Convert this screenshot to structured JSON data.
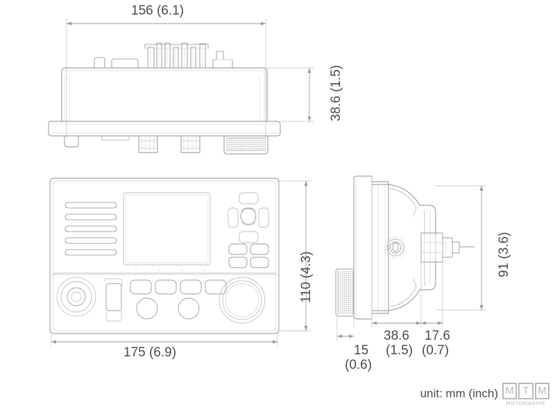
{
  "document": {
    "type": "technical-dimensional-drawing",
    "subject": "marine VHF radio transceiver",
    "unit_note": "unit: mm (inch)"
  },
  "colors": {
    "line": "#8c8c8c",
    "line_light": "#bdbdbd",
    "line_faint": "#d9d9d9",
    "dimension_line": "#9a9a9a",
    "text": "#4a4a4a",
    "watermark": "#b9b9b9",
    "background": "#ffffff"
  },
  "views": [
    {
      "name": "top-view",
      "label": ""
    },
    {
      "name": "front-view",
      "label": ""
    },
    {
      "name": "side-view",
      "label": ""
    }
  ],
  "dimensions": {
    "top_width": {
      "value": "156 (6.1)",
      "mm": 156,
      "inch": 6.1,
      "orientation": "horizontal",
      "view": "top-view"
    },
    "top_height": {
      "value": "38.6 (1.5)",
      "mm": 38.6,
      "inch": 1.5,
      "orientation": "vertical",
      "view": "top-view"
    },
    "front_height": {
      "value": "110 (4.3)",
      "mm": 110,
      "inch": 4.3,
      "orientation": "vertical",
      "view": "front-view"
    },
    "front_width": {
      "value": "175 (6.9)",
      "mm": 175,
      "inch": 6.9,
      "orientation": "horizontal",
      "view": "front-view"
    },
    "side_height": {
      "value": "91 (3.6)",
      "mm": 91,
      "inch": 3.6,
      "orientation": "vertical",
      "view": "side-view"
    },
    "side_bezel": {
      "value_top": "15",
      "value_bottom": "(0.6)",
      "mm": 15,
      "inch": 0.6,
      "orientation": "horizontal",
      "view": "side-view"
    },
    "side_body": {
      "value_top": "38.6",
      "value_bottom": "(1.5)",
      "mm": 38.6,
      "inch": 1.5,
      "orientation": "horizontal",
      "view": "side-view"
    },
    "side_conn": {
      "value_top": "17.6",
      "value_bottom": "(0.7)",
      "mm": 17.6,
      "inch": 0.7,
      "orientation": "horizontal",
      "view": "side-view"
    }
  },
  "front_panel": {
    "speaker_slots": 5,
    "display": "lcd-screen",
    "keypad_top": 1,
    "keypad_middle": 3,
    "keypad_bottom": 1,
    "keypad_grid": 4,
    "soft_keys": 4,
    "round_buttons": 2,
    "left_knob": "volume-knob",
    "right_knob": "channel-knob",
    "mic_jack": "microphone-connector"
  },
  "watermark": {
    "letters": [
      "M",
      "T",
      "M"
    ],
    "word": "MOTOMARINE"
  }
}
